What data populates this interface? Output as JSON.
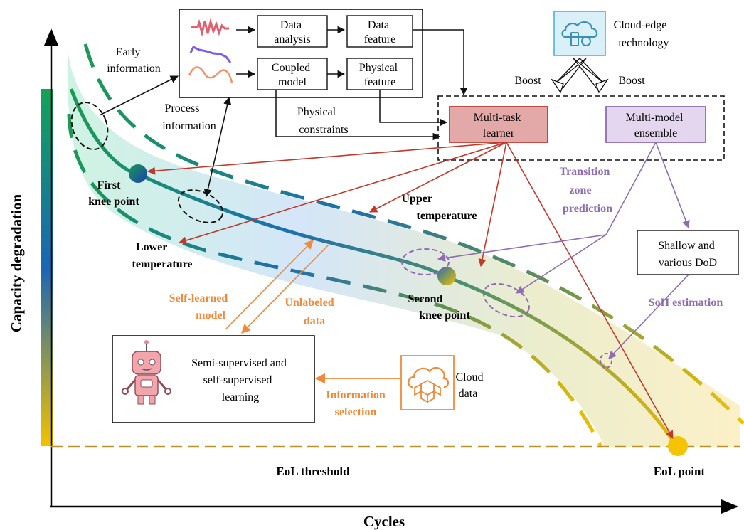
{
  "axes": {
    "y_label": "Capacity degradation",
    "x_label": "Cycles"
  },
  "top_panel": {
    "data_analysis": [
      "Data",
      "analysis"
    ],
    "data_feature": [
      "Data",
      "feature"
    ],
    "coupled_model": [
      "Coupled",
      "model"
    ],
    "physical_feature": [
      "Physical",
      "feature"
    ]
  },
  "labels": {
    "early_information": [
      "Early",
      "information"
    ],
    "process_information": [
      "Process",
      "information"
    ],
    "physical_constraints": [
      "Physical",
      "constraints"
    ],
    "first_knee": [
      "First",
      "knee point"
    ],
    "lower_temperature": [
      "Lower",
      "temperature"
    ],
    "upper_temperature": [
      "Upper",
      "temperature"
    ],
    "second_knee": [
      "Second",
      "knee point"
    ],
    "eol_threshold": "EoL threshold",
    "eol_point": "EoL point"
  },
  "cloud_edge": {
    "label": [
      "Cloud-edge",
      "technology"
    ],
    "boost_left": "Boost",
    "boost_right": "Boost"
  },
  "learners": {
    "multi_task": [
      "Multi-task",
      "learner"
    ],
    "multi_model": [
      "Multi-model",
      "ensemble"
    ]
  },
  "purple": {
    "transition": [
      "Transition",
      "zone",
      "prediction"
    ],
    "shallow": [
      "Shallow and",
      "various DoD"
    ],
    "soh": "SoH estimation"
  },
  "orange": {
    "self_learned": [
      "Self-learned",
      "model"
    ],
    "unlabeled": [
      "Unlabeled",
      "data"
    ],
    "info_selection": [
      "Information",
      "selection"
    ],
    "cloud_data": [
      "Cloud",
      "data"
    ]
  },
  "semi_box": [
    "Semi-supervised and",
    "self-supervised",
    "learning"
  ],
  "colors": {
    "green": "#1a9a55",
    "teal": "#1f7e8a",
    "blue": "#1b6fae",
    "olive": "#b3a127",
    "gold": "#f2c200",
    "red": "#c0392b",
    "red_fill": "#e3a9a8",
    "purple": "#8e6bb3",
    "purple_fill": "#e3d6ee",
    "orange": "#f08a3a",
    "cloud_blue": "#4ab4d6"
  }
}
